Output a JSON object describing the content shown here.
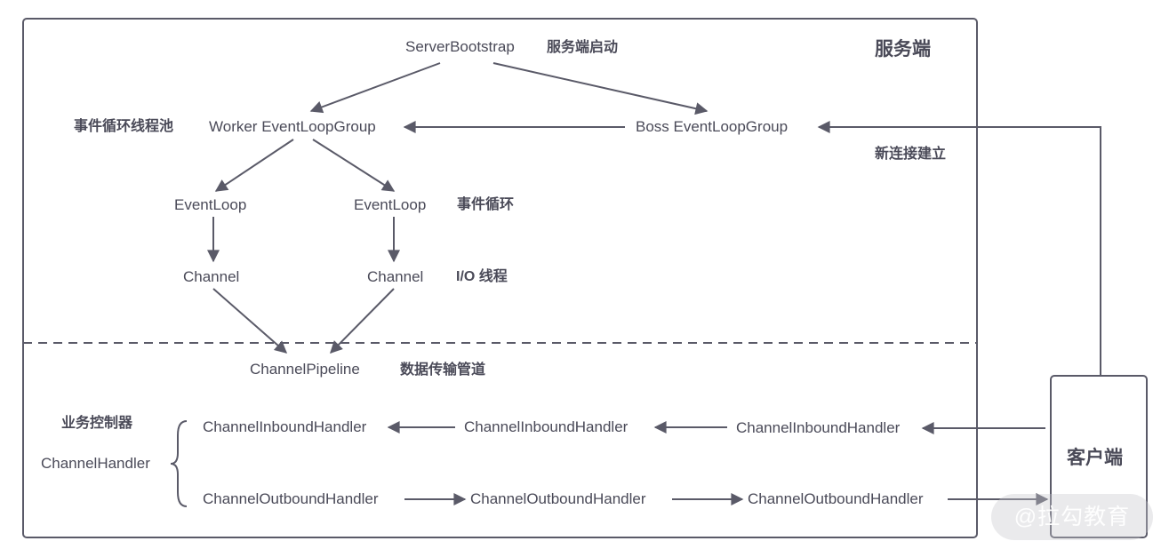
{
  "colors": {
    "line": "#5a5a68",
    "text": "#4a4a58",
    "background": "#ffffff"
  },
  "server": {
    "title": "服务端",
    "bootstrap": "ServerBootstrap",
    "bootstrap_note": "服务端启动",
    "worker_group_note": "事件循环线程池",
    "worker_group": "Worker EventLoopGroup",
    "boss_group": "Boss EventLoopGroup",
    "new_connection_note": "新连接建立",
    "event_loop_left": "EventLoop",
    "event_loop_right": "EventLoop",
    "event_loop_note": "事件循环",
    "channel_left": "Channel",
    "channel_right": "Channel",
    "io_thread_note": "I/O 线程",
    "pipeline": "ChannelPipeline",
    "pipeline_note": "数据传输管道",
    "controller_note": "业务控制器",
    "channel_handler": "ChannelHandler",
    "inbound": [
      "ChannelInboundHandler",
      "ChannelInboundHandler",
      "ChannelInboundHandler"
    ],
    "outbound": [
      "ChannelOutboundHandler",
      "ChannelOutboundHandler",
      "ChannelOutboundHandler"
    ]
  },
  "client": {
    "title": "客户端"
  },
  "watermark": "@拉勾教育"
}
